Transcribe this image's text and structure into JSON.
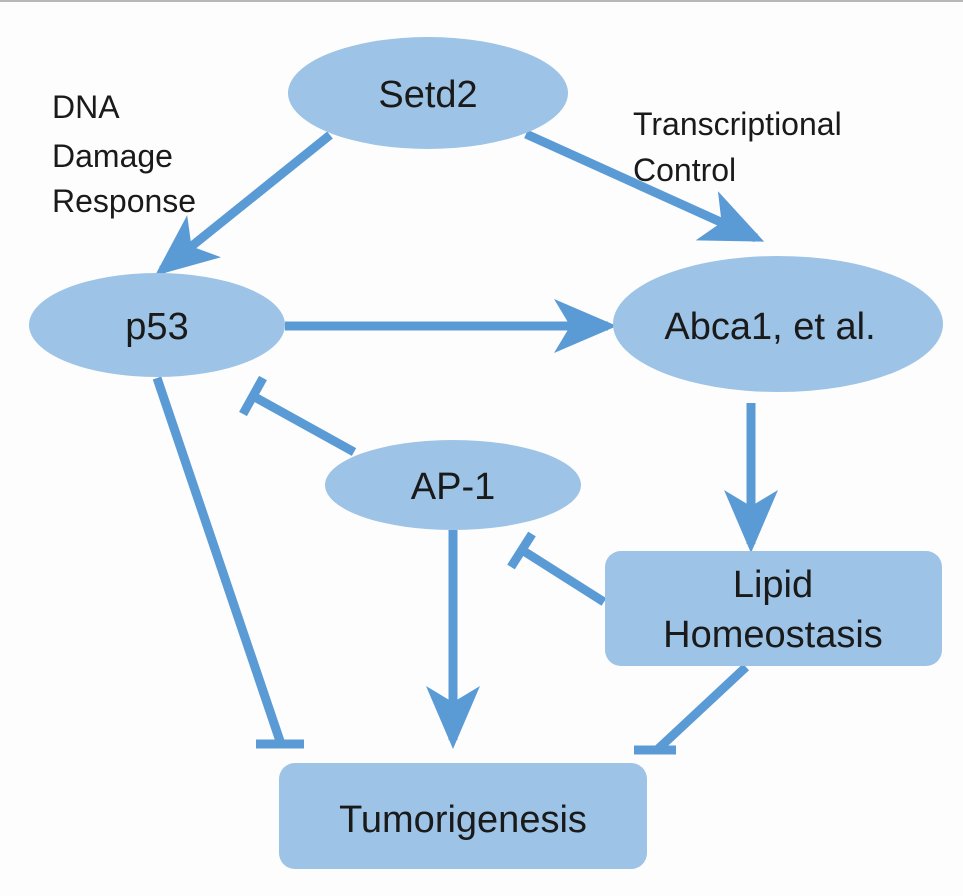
{
  "colors": {
    "node_fill": "#9dc3e6",
    "edge": "#5b9bd5",
    "text": "#1a1a1a",
    "background": "#fdfdfd"
  },
  "nodes": {
    "setd2": {
      "label": "Setd2",
      "shape": "ellipse"
    },
    "p53": {
      "label": "p53",
      "shape": "ellipse"
    },
    "abca1": {
      "label": "Abca1, et al.",
      "shape": "ellipse"
    },
    "ap1": {
      "label": "AP-1",
      "shape": "ellipse"
    },
    "lipid": {
      "label_lines": [
        "Lipid",
        "Homeostasis"
      ],
      "shape": "rounded-rect"
    },
    "tumorigenesis": {
      "label": "Tumorigenesis",
      "shape": "rounded-rect"
    }
  },
  "annotations": {
    "dna_damage": [
      "DNA",
      "Damage",
      "Response"
    ],
    "transcriptional": [
      "Transcriptional",
      "Control"
    ]
  },
  "edges": [
    {
      "from": "setd2",
      "to": "p53",
      "type": "activation"
    },
    {
      "from": "setd2",
      "to": "abca1",
      "type": "activation"
    },
    {
      "from": "p53",
      "to": "abca1",
      "type": "activation"
    },
    {
      "from": "abca1",
      "to": "lipid",
      "type": "activation"
    },
    {
      "from": "ap1",
      "to": "p53",
      "type": "inhibition"
    },
    {
      "from": "lipid",
      "to": "ap1",
      "type": "inhibition"
    },
    {
      "from": "ap1",
      "to": "tumorigenesis",
      "type": "activation"
    },
    {
      "from": "p53",
      "to": "tumorigenesis",
      "type": "inhibition"
    },
    {
      "from": "lipid",
      "to": "tumorigenesis",
      "type": "inhibition"
    }
  ]
}
